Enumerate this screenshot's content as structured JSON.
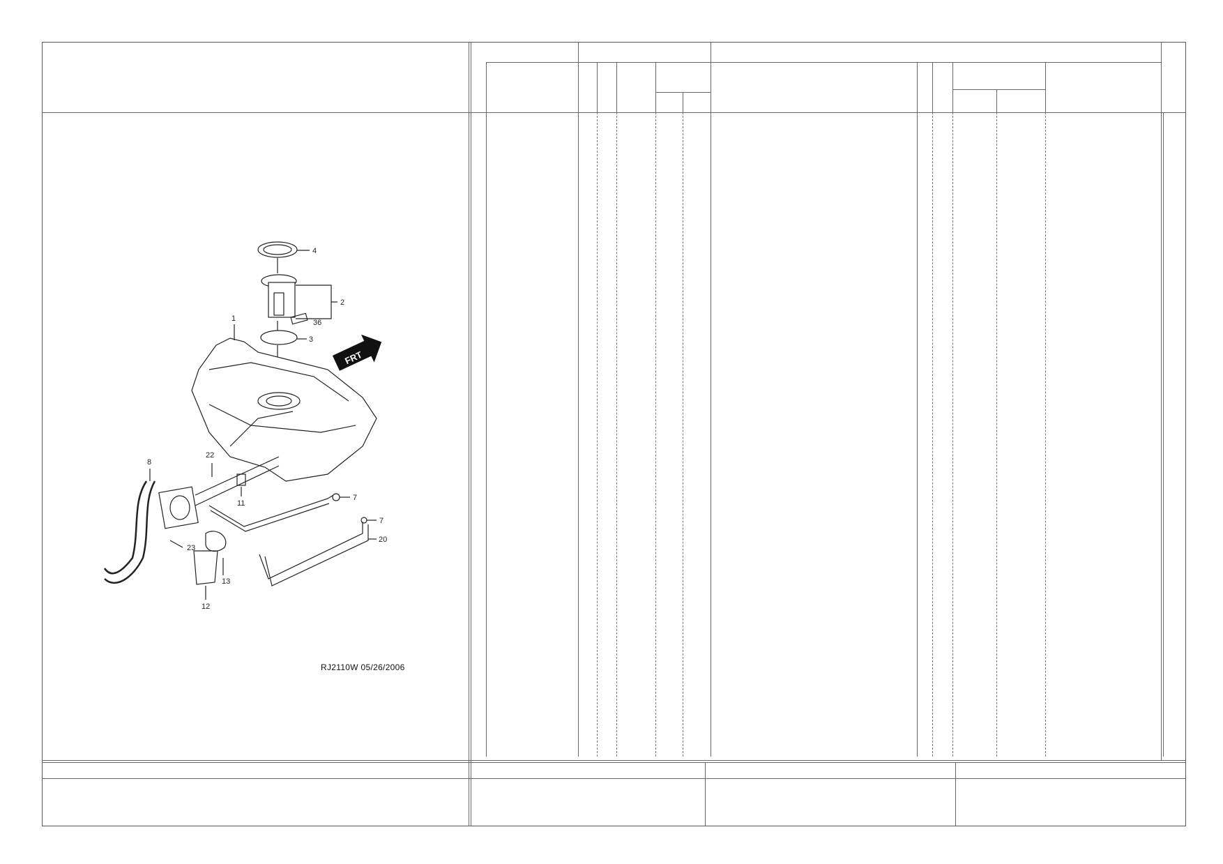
{
  "diagram": {
    "callouts": [
      "1",
      "2",
      "3",
      "4",
      "7",
      "7",
      "8",
      "11",
      "12",
      "13",
      "20",
      "22",
      "23",
      "36"
    ],
    "direction_label": "FRT",
    "drawing_code": "RJ2110W  05/26/2006"
  }
}
